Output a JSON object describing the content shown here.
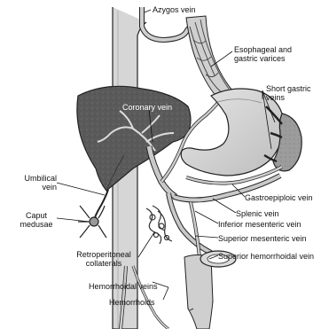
{
  "labels": {
    "azygos": "Azygos vein",
    "esophageal_line1": "Esophageal and",
    "esophageal_line2": "gastric varices",
    "short_gastric_line1": "Short gastric",
    "short_gastric_line2": "veins",
    "coronary": "Coronary vein",
    "umbilical_line1": "Umbilical",
    "umbilical_line2": "vein",
    "caput_line1": "Caput",
    "caput_line2": "medusae",
    "gastroepiploic": "Gastroepiploic vein",
    "splenic": "Splenic vein",
    "inferior_mesenteric": "Inferior mesenteric vein",
    "superior_mesenteric": "Superior mesenteric vein",
    "superior_hemorrhoidal": "Superior hemorrhoidal vein",
    "retroperitoneal_line1": "Retroperitoneal",
    "retroperitoneal_line2": "collaterals",
    "hemorrhoidal_veins": "Hemorrhoidal veins",
    "hemorrhoids": "Hemorrhoids"
  },
  "colors": {
    "liver": "#555555",
    "stomach": "#d3d3d3",
    "spleen": "#9a9a9a",
    "vein_fill": "#c8c8c8",
    "outline": "#222222"
  }
}
